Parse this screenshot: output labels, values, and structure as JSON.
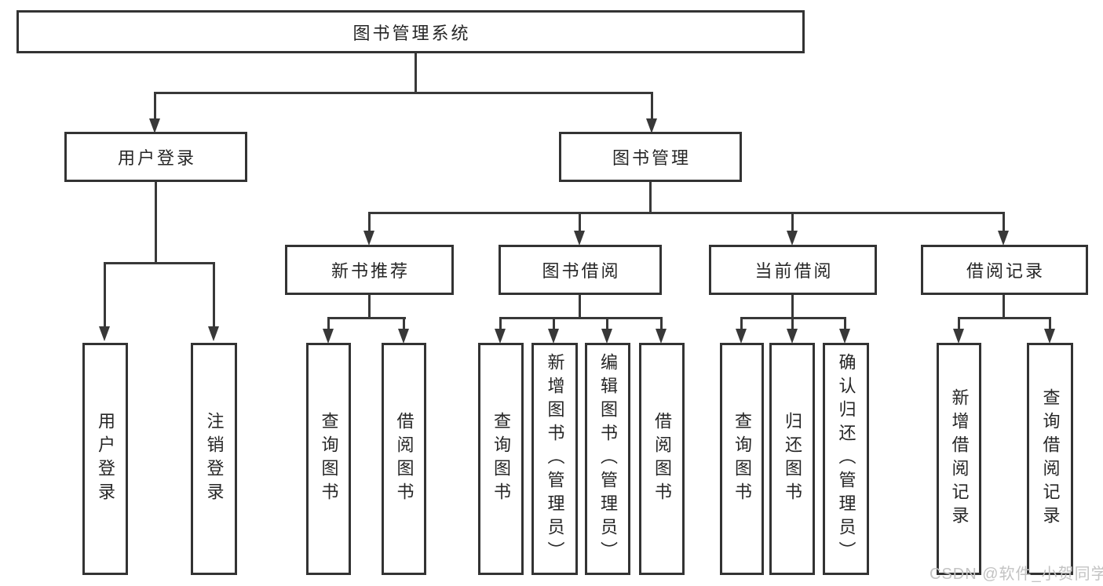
{
  "diagram": {
    "title": "图书管理系统",
    "branches": [
      {
        "label": "用户登录",
        "children": [
          "用户登录",
          "注销登录"
        ]
      },
      {
        "label": "图书管理",
        "groups": [
          {
            "label": "新书推荐",
            "children": [
              "查询图书",
              "借阅图书"
            ]
          },
          {
            "label": "图书借阅",
            "children": [
              "查询图书",
              "新增图书（管理员）",
              "编辑图书（管理员）",
              "借阅图书"
            ]
          },
          {
            "label": "当前借阅",
            "children": [
              "查询图书",
              "归还图书",
              "确认归还（管理员）"
            ]
          },
          {
            "label": "借阅记录",
            "children": [
              "新增借阅记录",
              "查询借阅记录"
            ]
          }
        ]
      }
    ]
  },
  "colors": {
    "line": "#383838",
    "border": "#333333",
    "text": "#262626",
    "watermark": "#c3c3c3"
  },
  "watermark": "CSDN @软件_小贺同学"
}
